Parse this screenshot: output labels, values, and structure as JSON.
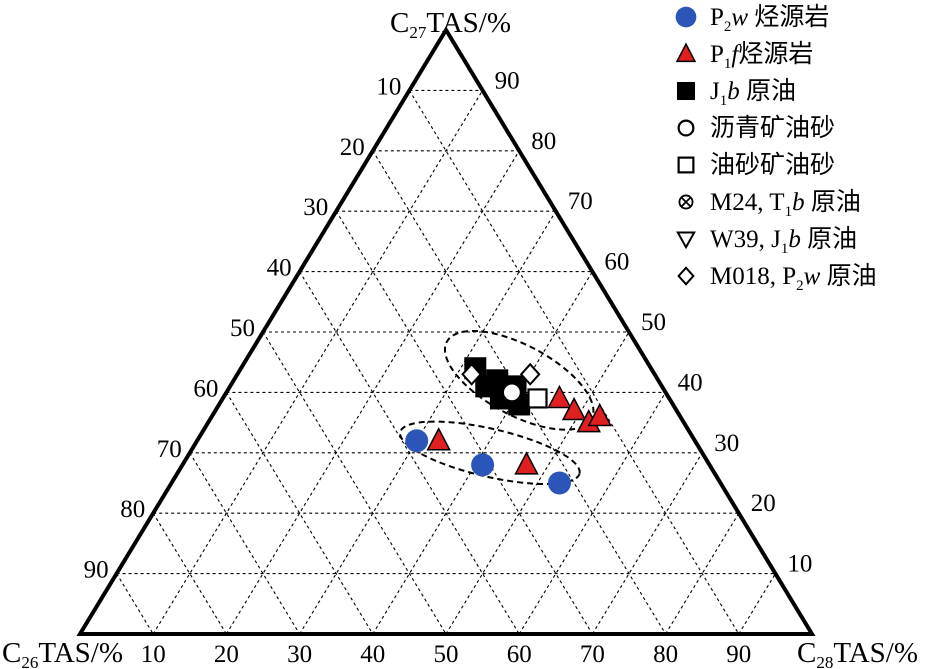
{
  "chart_data": {
    "type": "ternary",
    "axes": {
      "top": {
        "label_main": "C",
        "label_sub": "27",
        "label_rest": "TAS/%"
      },
      "left": {
        "label_main": "C",
        "label_sub": "26",
        "label_rest": "TAS/%"
      },
      "right": {
        "label_main": "C",
        "label_sub": "28",
        "label_rest": "TAS/%"
      }
    },
    "ticks": {
      "bottom": [
        "10",
        "20",
        "30",
        "40",
        "50",
        "60",
        "70",
        "80",
        "90"
      ],
      "left": [
        "10",
        "20",
        "30",
        "40",
        "50",
        "60",
        "70",
        "80",
        "90"
      ],
      "right": [
        "90",
        "80",
        "70",
        "60",
        "50",
        "40",
        "30",
        "20",
        "10"
      ]
    },
    "grid": true,
    "legend_position": "top-right",
    "legend": [
      {
        "marker": "circle-filled",
        "color": "#2b55b8",
        "parts": [
          [
            "P",
            ""
          ],
          [
            "2",
            "sub"
          ],
          [
            "w",
            "i"
          ],
          [
            " 烃源岩",
            ""
          ]
        ]
      },
      {
        "marker": "triangle-filled",
        "color": "#e02020",
        "parts": [
          [
            "P",
            ""
          ],
          [
            "1",
            "sub"
          ],
          [
            "f",
            "i"
          ],
          [
            "烃源岩",
            ""
          ]
        ]
      },
      {
        "marker": "square-filled",
        "color": "#000000",
        "parts": [
          [
            "J",
            ""
          ],
          [
            "1",
            "sub"
          ],
          [
            "b",
            "i"
          ],
          [
            " 原油",
            ""
          ]
        ]
      },
      {
        "marker": "circle-open",
        "color": "#000000",
        "parts": [
          [
            "沥青矿油砂",
            ""
          ]
        ]
      },
      {
        "marker": "square-open",
        "color": "#000000",
        "parts": [
          [
            "油砂矿油砂",
            ""
          ]
        ]
      },
      {
        "marker": "cross-open",
        "color": "#000000",
        "parts": [
          [
            "M24, T",
            ""
          ],
          [
            "1",
            "sub"
          ],
          [
            "b",
            "i"
          ],
          [
            " 原油",
            ""
          ]
        ]
      },
      {
        "marker": "triangle-down-open",
        "color": "#000000",
        "parts": [
          [
            "W39, J",
            ""
          ],
          [
            "1",
            "sub"
          ],
          [
            "b",
            "i"
          ],
          [
            " 原油",
            ""
          ]
        ]
      },
      {
        "marker": "diamond-open",
        "color": "#000000",
        "parts": [
          [
            "M018, P",
            ""
          ],
          [
            "2",
            "sub"
          ],
          [
            "w",
            "i"
          ],
          [
            " 原油",
            ""
          ]
        ]
      }
    ],
    "series": [
      {
        "marker": "circle-filled",
        "points": [
          {
            "c26": 38,
            "c27": 32,
            "c28": 30
          },
          {
            "c26": 31,
            "c27": 28,
            "c28": 41
          },
          {
            "c26": 22,
            "c27": 25,
            "c28": 53
          }
        ]
      },
      {
        "marker": "triangle-filled",
        "points": [
          {
            "c26": 35,
            "c27": 32,
            "c28": 33
          },
          {
            "c26": 25,
            "c27": 28,
            "c28": 47
          },
          {
            "c26": 15,
            "c27": 39,
            "c28": 46
          },
          {
            "c26": 14,
            "c27": 37,
            "c28": 49
          },
          {
            "c26": 13,
            "c27": 35,
            "c28": 52
          },
          {
            "c26": 11,
            "c27": 36,
            "c28": 53
          }
        ]
      },
      {
        "marker": "square-filled",
        "points": [
          {
            "c26": 24,
            "c27": 44,
            "c28": 32
          },
          {
            "c26": 24,
            "c27": 41,
            "c28": 35
          },
          {
            "c26": 23,
            "c27": 39,
            "c28": 38
          },
          {
            "c26": 22,
            "c27": 42,
            "c28": 36
          },
          {
            "c26": 20,
            "c27": 41,
            "c28": 39
          },
          {
            "c26": 21,
            "c27": 38,
            "c28": 41
          }
        ]
      },
      {
        "marker": "circle-open",
        "points": [
          {
            "c26": 21,
            "c27": 40,
            "c28": 39
          }
        ]
      },
      {
        "marker": "square-open",
        "points": [
          {
            "c26": 18,
            "c27": 39,
            "c28": 43
          }
        ]
      },
      {
        "marker": "diamond-open",
        "points": [
          {
            "c26": 25,
            "c27": 43,
            "c28": 32
          },
          {
            "c26": 17,
            "c27": 43,
            "c28": 40
          }
        ]
      }
    ],
    "groups": [
      {
        "ellipse": {
          "c26": 19,
          "c27": 42,
          "c28": 39,
          "rx": 82,
          "ry": 35,
          "rot": 28
        }
      },
      {
        "ellipse": {
          "c26": 29,
          "c27": 30,
          "c28": 41,
          "rx": 92,
          "ry": 24,
          "rot": 13
        }
      }
    ]
  }
}
